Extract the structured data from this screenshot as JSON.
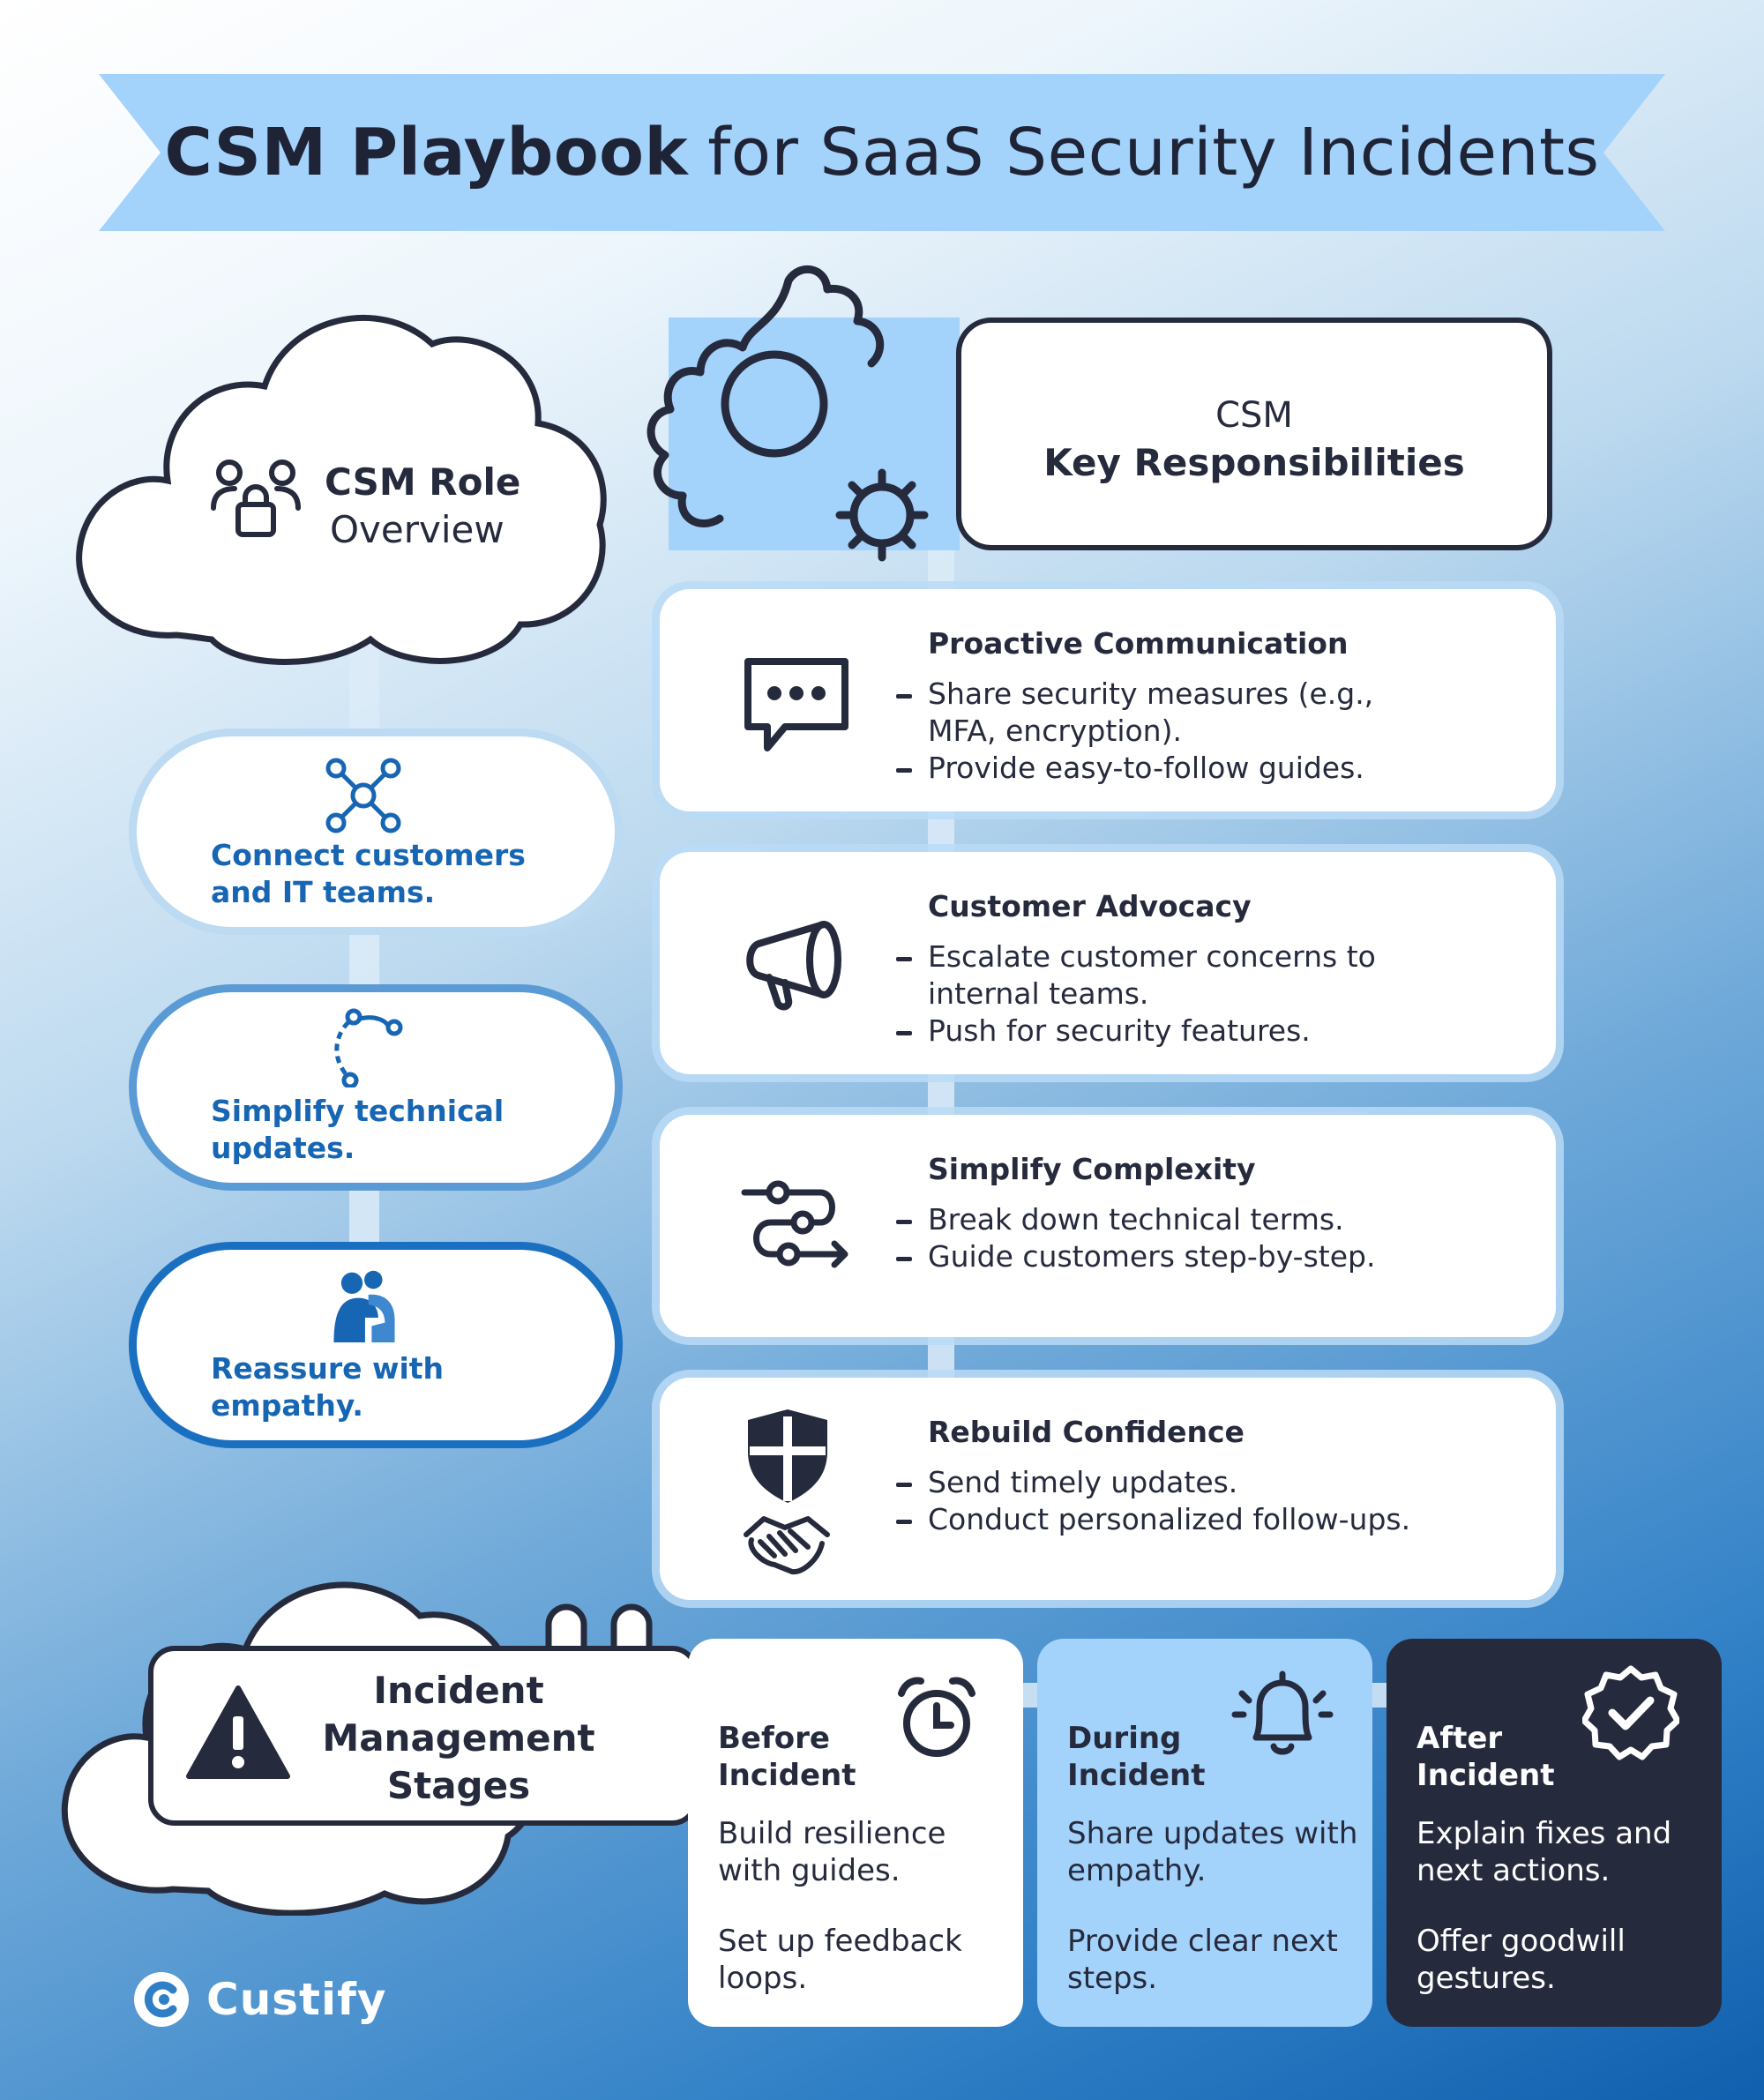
{
  "title": {
    "bold": "CSM Playbook",
    "rest": "for SaaS Security Incidents"
  },
  "role": {
    "title": "CSM Role",
    "subtitle": "Overview",
    "items": [
      {
        "line1": "Connect customers",
        "line2": "and IT teams.",
        "icon": "network-nodes-icon"
      },
      {
        "line1": "Simplify technical",
        "line2": "updates.",
        "icon": "path-route-icon"
      },
      {
        "line1": "Reassure with",
        "line2": "empathy.",
        "icon": "hug-icon"
      }
    ]
  },
  "responsibilities": {
    "header_line1": "CSM",
    "header_line2": "Key Responsibilities",
    "cards": [
      {
        "title": "Proactive Communication",
        "icon": "chat-bubble-icon",
        "bullets": [
          "Share security measures (e.g., MFA, encryption).",
          "Provide easy-to-follow guides."
        ]
      },
      {
        "title": "Customer Advocacy",
        "icon": "megaphone-icon",
        "bullets": [
          "Escalate customer concerns to internal teams.",
          "Push for security features."
        ]
      },
      {
        "title": "Simplify Complexity",
        "icon": "flow-steps-icon",
        "bullets": [
          "Break down technical terms.",
          "Guide customers step-by-step."
        ]
      },
      {
        "title": "Rebuild Confidence",
        "icon": "shield-handshake-icon",
        "bullets": [
          "Send timely updates.",
          "Conduct personalized follow-ups."
        ]
      }
    ]
  },
  "incident": {
    "title_lines": [
      "Incident",
      "Management",
      "Stages"
    ],
    "stages": [
      {
        "title1": "Before",
        "title2": "Incident",
        "p1": "Build resilience with guides.",
        "p2": "Set up feedback loops.",
        "icon": "alarm-clock-icon"
      },
      {
        "title1": "During",
        "title2": "Incident",
        "p1": "Share updates with empathy.",
        "p2": "Provide clear next steps.",
        "icon": "bell-icon"
      },
      {
        "title1": "After",
        "title2": "Incident",
        "p1": "Explain fixes and next actions.",
        "p2": "Offer goodwill gestures.",
        "icon": "check-badge-icon"
      }
    ]
  },
  "brand": {
    "name": "Custify"
  },
  "colors": {
    "accent_blue": "#1766b4",
    "light_blue": "#a3d2fb",
    "dark": "#262a3d"
  }
}
